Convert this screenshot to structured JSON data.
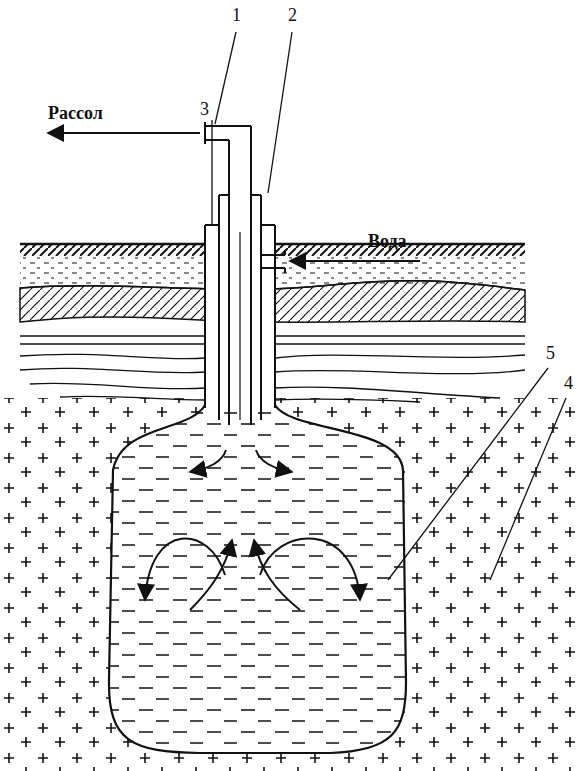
{
  "diagram": {
    "labels": [
      "1",
      "2",
      "Рассол",
      "3",
      "Вода",
      "5",
      "4"
    ]
  }
}
